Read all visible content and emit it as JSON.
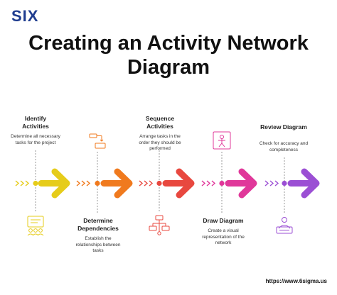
{
  "brand": {
    "logo_text": "SIX"
  },
  "title_line1": "Creating an Activity Network",
  "title_line2": "Diagram",
  "steps": [
    {
      "label": "Identify Activities",
      "desc": "Determine all necessary tasks for the project",
      "color": "#e6cc1a",
      "icon": "people-checklist-icon"
    },
    {
      "label": "Determine Dependencies",
      "desc": "Establish the relationships between tasks",
      "color": "#f07a1e",
      "icon": "flow-steps-icon"
    },
    {
      "label": "Sequence Activities",
      "desc": "Arrange tasks in the order they should be performed",
      "color": "#e8483f",
      "icon": "network-diagram-icon"
    },
    {
      "label": "Draw Diagram",
      "desc": "Create a visual representation of the network",
      "color": "#e0389a",
      "icon": "drawing-board-icon"
    },
    {
      "label": "Review Diagram",
      "desc": "Check for accuracy and completeness",
      "color": "#9b4fd4",
      "icon": "reviewer-icon"
    }
  ],
  "footer_url": "https://www.6sigma.us"
}
